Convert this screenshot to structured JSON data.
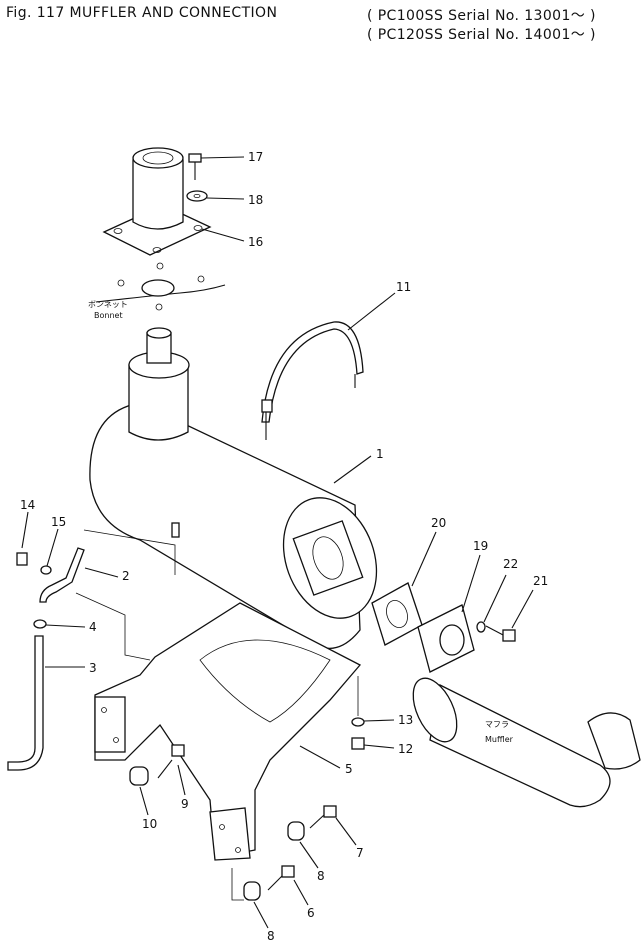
{
  "header": {
    "figure_title": "Fig. 117   MUFFLER AND CONNECTION",
    "serial_line_1": "( PC100SS  Serial  No. 13001〜 )",
    "serial_line_2": "( PC120SS  Serial  No. 14001〜 )"
  },
  "labels": {
    "bonnet_jp": "ボンネット",
    "bonnet": "Bonnet",
    "muffler_jp": "マフラ",
    "muffler": "Muffler"
  },
  "callouts": [
    "17",
    "18",
    "16",
    "11",
    "1",
    "14",
    "15",
    "2",
    "4",
    "3",
    "20",
    "19",
    "22",
    "21",
    "13",
    "12",
    "5",
    "9",
    "10",
    "7",
    "8",
    "6",
    "8"
  ]
}
